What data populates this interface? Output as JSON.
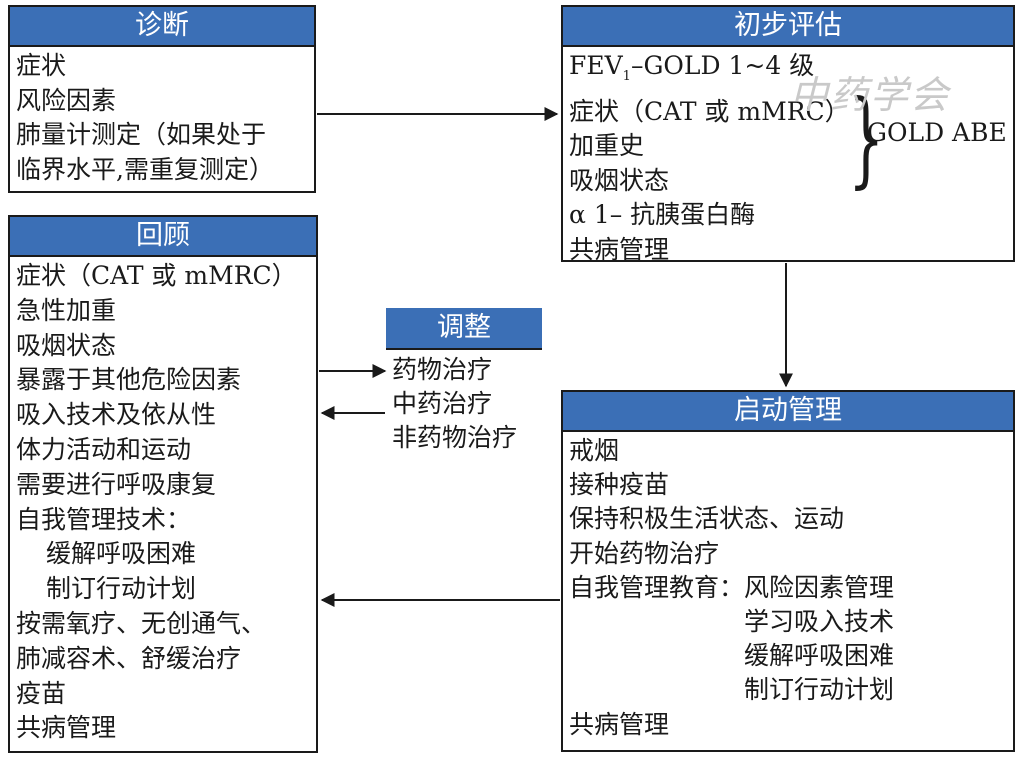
{
  "diagnosis": {
    "title": "诊断",
    "items": [
      "症状",
      "风险因素",
      "肺量计测定（如果处于",
      "临界水平,需重复测定）"
    ]
  },
  "initial_assessment": {
    "title": "初步评估",
    "fev_main": "FEV",
    "fev_sub": "1",
    "fev_rest": "–GOLD 1~4 级",
    "items": [
      "症状（CAT 或 mMRC）",
      "加重史",
      "吸烟状态",
      "α 1– 抗胰蛋白酶",
      "共病管理"
    ],
    "gold_label": "GOLD ABE"
  },
  "review": {
    "title": "回顾",
    "items": [
      "症状（CAT 或 mMRC）",
      "急性加重",
      "吸烟状态",
      "暴露于其他危险因素",
      "吸入技术及依从性",
      "体力活动和运动",
      "需要进行呼吸康复",
      "自我管理技术："
    ],
    "self_mgmt_subitems": [
      "缓解呼吸困难",
      "制订行动计划"
    ],
    "items_after": [
      "按需氧疗、无创通气、",
      "肺减容术、舒缓治疗",
      "疫苗",
      "共病管理"
    ]
  },
  "adjust": {
    "title": "调整",
    "items": [
      "药物治疗",
      "中药治疗",
      "非药物治疗"
    ]
  },
  "start_management": {
    "title": "启动管理",
    "items": [
      "戒烟",
      "接种疫苗",
      "保持积极生活状态、运动",
      "开始药物治疗"
    ],
    "education_label": "自我管理教育：",
    "education_items": [
      "风险因素管理",
      "学习吸入技术",
      "缓解呼吸困难",
      "制订行动计划"
    ],
    "last_item": "共病管理"
  },
  "watermark": "中药学会",
  "colors": {
    "header": "#3b6fb6",
    "stroke": "#1a1a1a"
  }
}
